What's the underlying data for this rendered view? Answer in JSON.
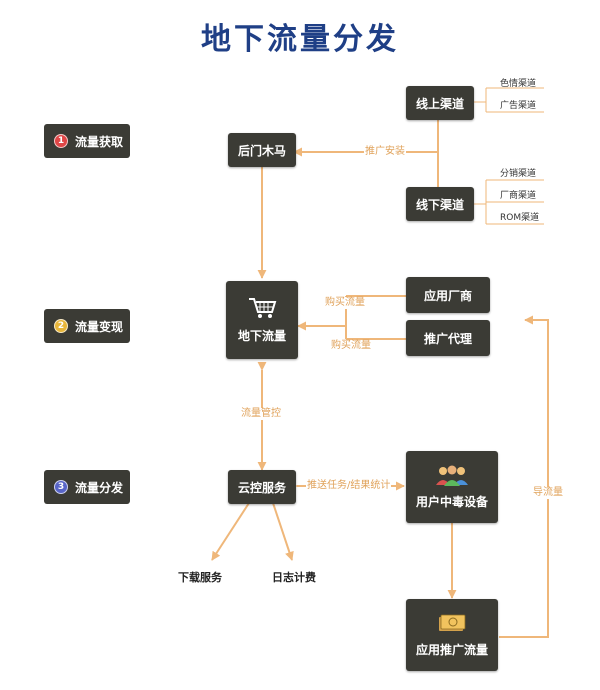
{
  "title": "地下流量分发",
  "stages": [
    {
      "num": "1",
      "label": "流量获取",
      "color": "#e04646"
    },
    {
      "num": "2",
      "label": "流量变现",
      "color": "#e8b63a"
    },
    {
      "num": "3",
      "label": "流量分发",
      "color": "#5865c8"
    }
  ],
  "nodes": {
    "online": "线上渠道",
    "offline": "线下渠道",
    "backdoor": "后门木马",
    "underground": "地下流量",
    "vendor": "应用厂商",
    "agent": "推广代理",
    "cloud": "云控服务",
    "device": "用户中毒设备",
    "promo": "应用推广流量"
  },
  "online_channels": [
    "色情渠道",
    "广告渠道"
  ],
  "offline_channels": [
    "分销渠道",
    "厂商渠道",
    "ROM渠道"
  ],
  "edge_labels": {
    "preinstall": "推广安装",
    "buy1": "购买流量",
    "buy2": "购买流量",
    "control": "流量管控",
    "push": "推送任务/结果统计",
    "guide": "导流量"
  },
  "outputs": {
    "download": "下载服务",
    "billing": "日志计费"
  },
  "colors": {
    "box": "#3b3b35",
    "arrow": "#efb77a",
    "title": "#1f3f86",
    "edge_text": "#e0a25a"
  }
}
